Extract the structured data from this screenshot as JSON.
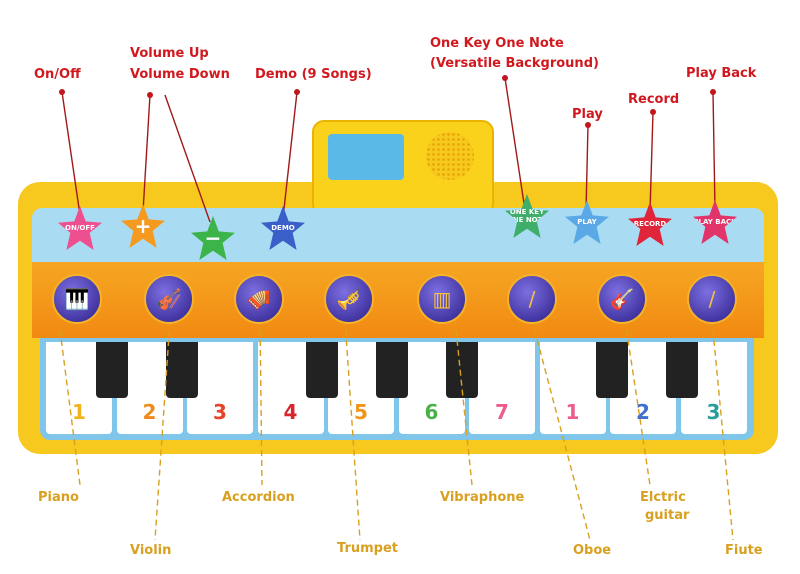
{
  "top_labels": {
    "on_off": "On/Off",
    "volume_up": "Volume Up",
    "volume_down": "Volume Down",
    "demo": "Demo (9 Songs)",
    "one_key_line1": "One Key One Note",
    "one_key_line2": "(Versatile Background)",
    "play": "Play",
    "record": "Record",
    "play_back": "Play Back"
  },
  "buttons": [
    {
      "text": "ON/OFF",
      "color": "#ee4f8f"
    },
    {
      "text": "+",
      "color": "#f59a1f"
    },
    {
      "text": "−",
      "color": "#3cb44a"
    },
    {
      "text": "DEMO",
      "color": "#3b5fc8"
    },
    {
      "text": "ONE KEY ONE NOTE",
      "color": "#3fae6a"
    },
    {
      "text": "PLAY",
      "color": "#5aa9e6"
    },
    {
      "text": "RECORD",
      "color": "#e0243a"
    },
    {
      "text": "PLAY BACK",
      "color": "#e2346a"
    }
  ],
  "instruments": [
    {
      "name": "Piano",
      "icon": "piano-icon",
      "glyph": "🎹"
    },
    {
      "name": "Violin",
      "icon": "violin-icon",
      "glyph": "🎻"
    },
    {
      "name": "Accordion",
      "icon": "accordion-icon",
      "glyph": "🪗"
    },
    {
      "name": "Trumpet",
      "icon": "trumpet-icon",
      "glyph": "🎺"
    },
    {
      "name": "Vibraphone",
      "icon": "vibraphone-icon",
      "glyph": "▥"
    },
    {
      "name": "Oboe",
      "icon": "oboe-icon",
      "glyph": "/"
    },
    {
      "name": "Elctric guitar",
      "icon": "guitar-icon",
      "glyph": "🎸"
    },
    {
      "name": "Fiute",
      "icon": "flute-icon",
      "glyph": "/"
    }
  ],
  "bottom_labels": {
    "piano": "Piano",
    "violin": "Violin",
    "accordion": "Accordion",
    "trumpet": "Trumpet",
    "vibraphone": "Vibraphone",
    "oboe": "Oboe",
    "guitar_line1": "Elctric",
    "guitar_line2": "guitar",
    "flute": "Fiute"
  },
  "keys": [
    {
      "n": "1",
      "color": "#f2b21e"
    },
    {
      "n": "2",
      "color": "#f08a1c"
    },
    {
      "n": "3",
      "color": "#e5442a"
    },
    {
      "n": "4",
      "color": "#d9262e"
    },
    {
      "n": "5",
      "color": "#f0951a"
    },
    {
      "n": "6",
      "color": "#4cb04a"
    },
    {
      "n": "7",
      "color": "#ee5b8d"
    },
    {
      "n": "1",
      "color": "#ee5b8d"
    },
    {
      "n": "2",
      "color": "#3f6fcf"
    },
    {
      "n": "3",
      "color": "#2a9c9a"
    }
  ],
  "colors": {
    "top_label": "#d0191f",
    "bottom_label": "#d9a020",
    "mat": "#f7c81e"
  }
}
